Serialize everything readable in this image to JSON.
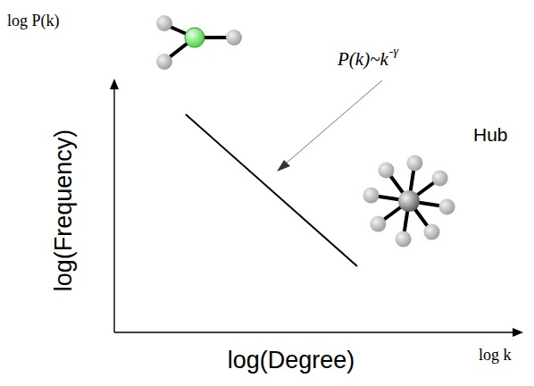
{
  "diagram": {
    "labels": [
      "log P(k)",
      "P(k)~k",
      "-γ",
      "Hub",
      "log(Frequency)",
      "log(Degree)",
      "log k"
    ]
  }
}
